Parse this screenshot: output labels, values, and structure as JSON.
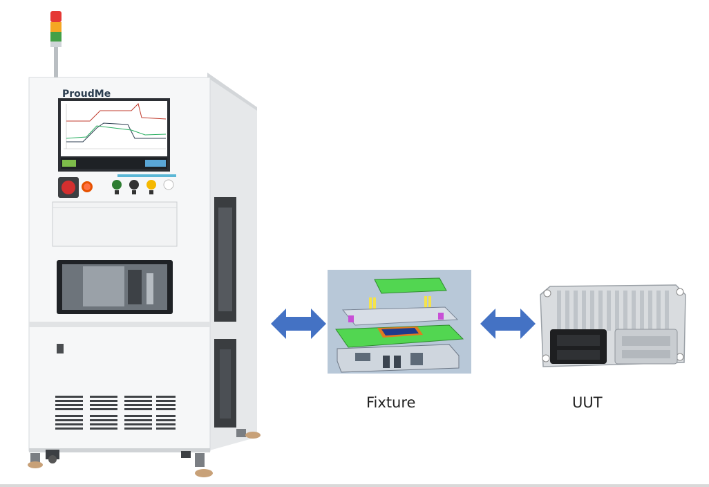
{
  "machine": {
    "brand": "ProudMe"
  },
  "labels": {
    "fixture": "Fixture",
    "uut": "UUT"
  },
  "colors": {
    "arrow": "#4472C4",
    "fixture_green": "#52d651",
    "beacon": [
      "#e53935",
      "#f5a623",
      "#43a047"
    ]
  }
}
